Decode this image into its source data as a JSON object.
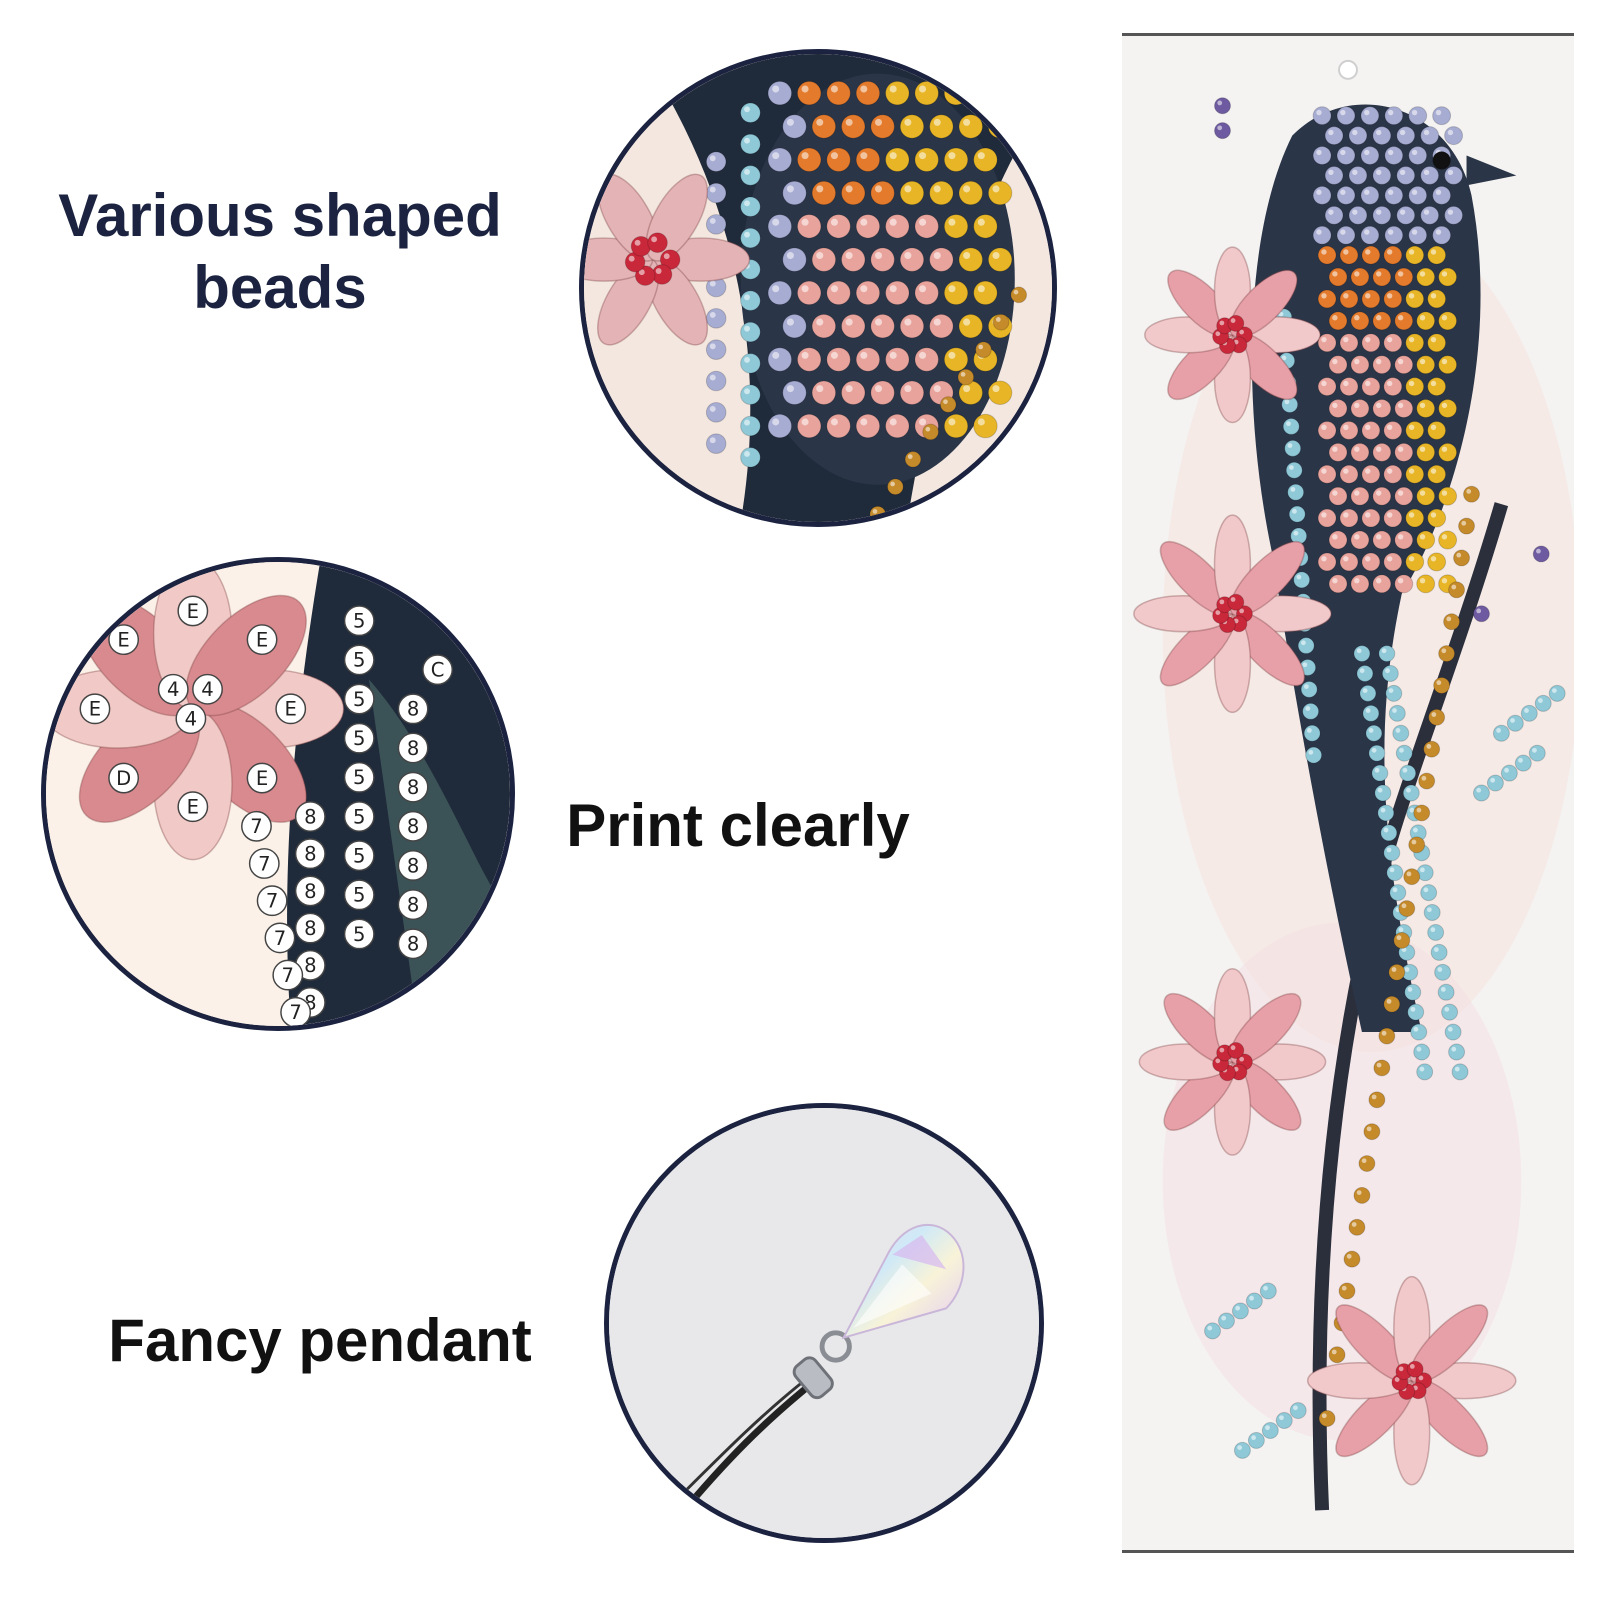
{
  "captions": {
    "various_shaped_beads": "Various shaped\nbeads",
    "print_clearly": "Print clearly",
    "fancy_pendant": "Fancy pendant"
  },
  "code_labels": {
    "petal_letter": "E",
    "petal_letter_alt": "D",
    "petal_letter_edge": "C",
    "center_number": "4",
    "stem_number_a": "5",
    "stem_number_b": "8",
    "stem_number_c": "7"
  },
  "colors": {
    "heading_navy": "#1b2340",
    "heading_black": "#111111",
    "circle_border": "#1b2340",
    "bead_yellow": "#e7b526",
    "bead_orange": "#e37a2c",
    "bead_pink": "#e8a49c",
    "bead_lavender": "#a7acd2",
    "bead_blue": "#8fc9d8",
    "bead_red": "#c8283a",
    "bead_gold": "#c58a2a",
    "bead_purple": "#6d5aa0",
    "dark_branch": "#1f2a3a"
  },
  "icons": {
    "bird_bead_closeup": "bird-bead-closeup-icon",
    "flower_code_closeup": "flower-code-closeup-icon",
    "crystal_pendant": "crystal-pendant-icon",
    "bookmark_bird_artwork": "bookmark-bird-artwork-icon"
  }
}
